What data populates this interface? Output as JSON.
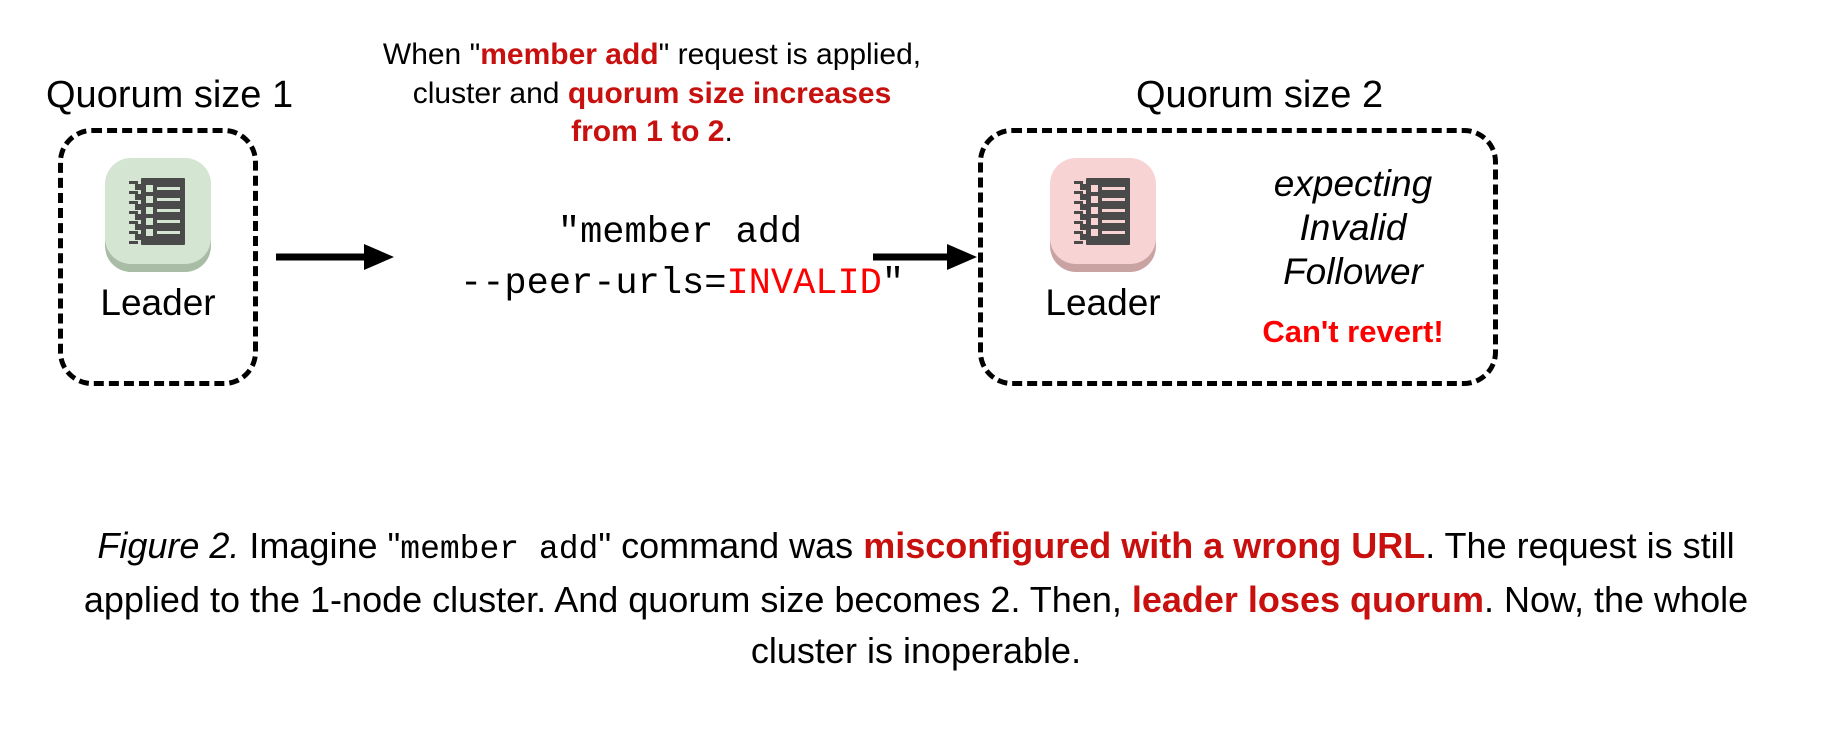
{
  "figure": {
    "left_cluster": {
      "title": "Quorum size 1",
      "node_label": "Leader",
      "icon_name": "server-icon",
      "icon_plate_color": "#d4e5d2",
      "icon_shadow_color": "#a9bda6",
      "icon_body_color": "#4a4a4a"
    },
    "right_cluster": {
      "title": "Quorum size 2",
      "node_label": "Leader",
      "icon_name": "server-icon",
      "icon_plate_color": "#f8d3d3",
      "icon_shadow_color": "#c9a2a2",
      "icon_body_color": "#4a4a4a",
      "status_lines": [
        "expecting",
        "Invalid",
        "Follower"
      ],
      "warning": "Can't revert!"
    },
    "top_note": {
      "l1_a": "When \"",
      "l1_b": "member add",
      "l1_c": "\" request is applied,",
      "l2_a": "cluster and ",
      "l2_b": "quorum size increases",
      "l3_a": "from 1 to 2",
      "l3_b": "."
    },
    "command": {
      "line1": "\"member add",
      "line2_a": "--peer-urls=",
      "line2_b": "INVALID",
      "line2_c": "\""
    },
    "arrows": {
      "arrow_1_name": "arrow-right",
      "arrow_2_name": "arrow-right"
    },
    "caption": {
      "label": "Figure 2.",
      "t1": " Imagine \"",
      "mono1": "member add",
      "t2": "\" command was ",
      "red1": "misconfigured with a wrong URL",
      "t3": ". The request is still applied to the 1-node cluster. And quorum size becomes 2. Then, ",
      "red2": "leader loses quorum",
      "t4": ". Now, the whole cluster is inoperable."
    },
    "colors": {
      "dark_red": "#c8100e",
      "bright_red": "#fe0000",
      "text_black": "#000000",
      "background": "#ffffff"
    }
  }
}
